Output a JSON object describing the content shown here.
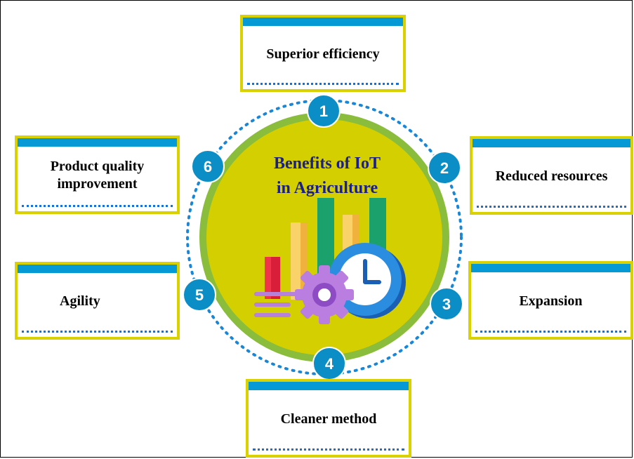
{
  "diagram": {
    "title_line1": "Benefits of IoT",
    "title_line2": "in Agriculture",
    "benefits": [
      {
        "number": "1",
        "label": "Superior efficiency"
      },
      {
        "number": "2",
        "label": "Reduced resources"
      },
      {
        "number": "3",
        "label": "Expansion"
      },
      {
        "number": "4",
        "label": "Cleaner method"
      },
      {
        "number": "5",
        "label": "Agility"
      },
      {
        "number": "6",
        "label": "Product quality improvement"
      }
    ]
  },
  "colors": {
    "card_border": "#d9d200",
    "card_header": "#0599d6",
    "dotted_line": "#1a6fd0",
    "circle_fill": "#d4cf00",
    "circle_ring": "#8bbd3c",
    "number_badge": "#0b8ec6",
    "title_text": "#1b1f8a"
  }
}
